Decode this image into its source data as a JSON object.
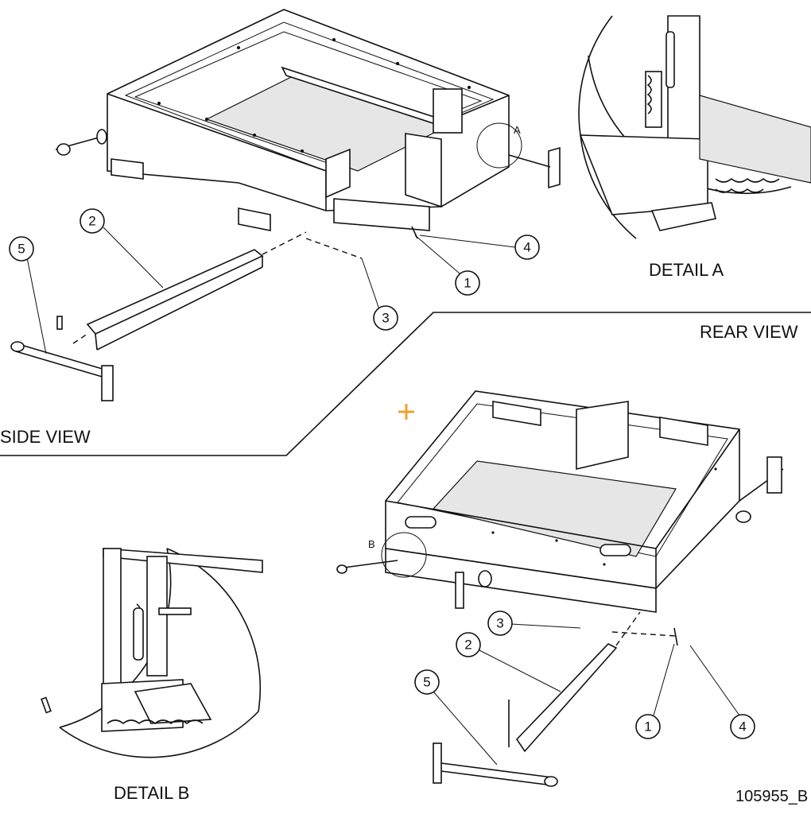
{
  "labels": {
    "side_view": "SIDE VIEW",
    "rear_view": "REAR VIEW",
    "detail_a": "DETAIL A",
    "detail_b": "DETAIL B",
    "detail_a_marker": "A",
    "detail_b_marker": "B",
    "drawing_number": "105955_B"
  },
  "callouts_side": [
    "1",
    "2",
    "3",
    "4",
    "5"
  ],
  "callouts_rear": [
    "1",
    "2",
    "3",
    "4",
    "5"
  ],
  "colors": {
    "line": "#111111",
    "marker": "#f0a030",
    "background": "#ffffff"
  }
}
